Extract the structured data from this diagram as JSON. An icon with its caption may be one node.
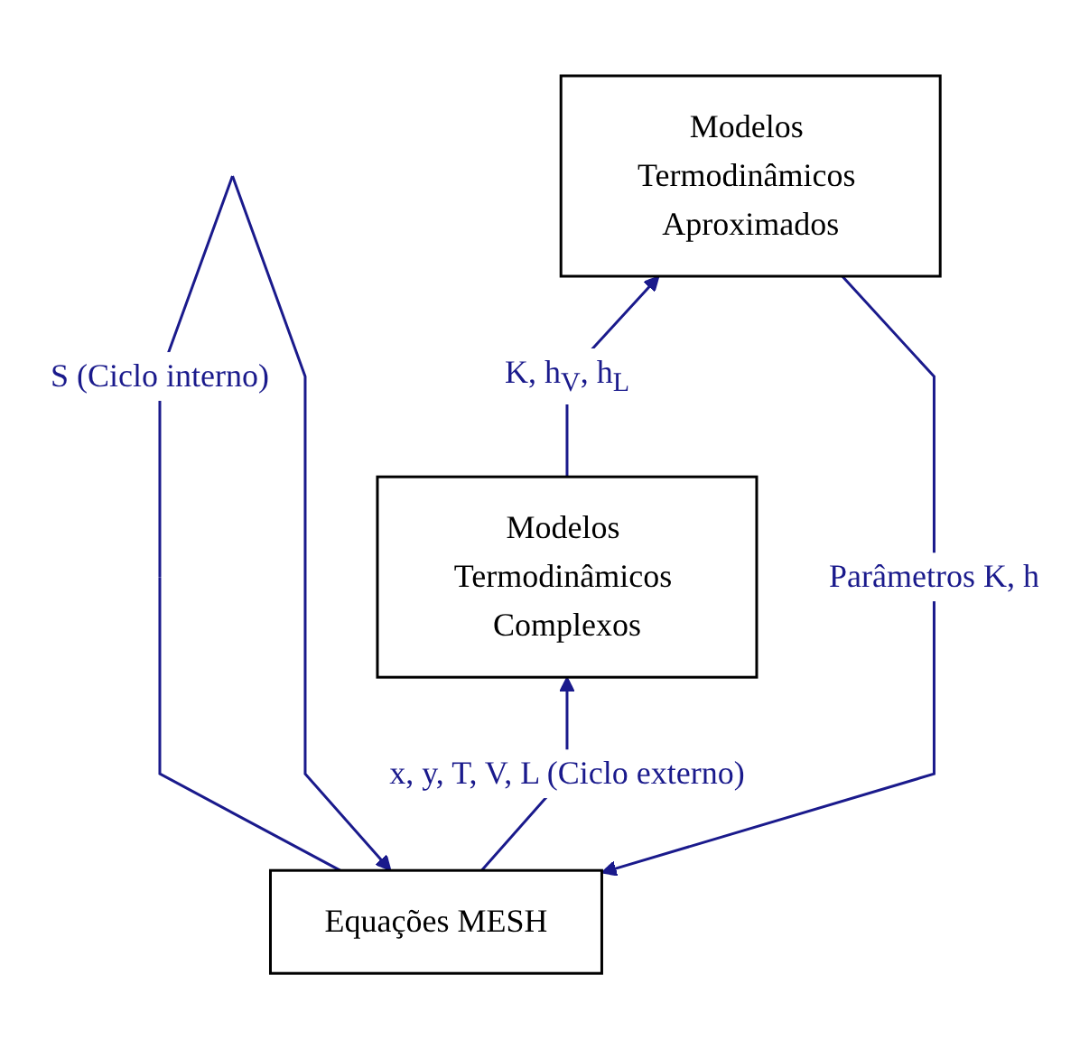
{
  "diagram": {
    "nodes": [
      {
        "text": [
          "Equações MESH"
        ]
      },
      {
        "text": [
          "Modelos Termodinâmicos Aproximados"
        ]
      },
      {
        "text": [
          "Modelos Termodinâmicos Complexos"
        ]
      }
    ],
    "edges": [
      {
        "from": 0,
        "to": 0,
        "arrow": "to",
        "label": "S (Ciclo interno)"
      },
      {
        "from": 1,
        "to": 0,
        "arrow": "to",
        "label": "Parâmetros K, h"
      },
      {
        "from": 2,
        "to": 1,
        "arrow": "to",
        "label": "K, h$_{V}$, h$_{L}$"
      },
      {
        "from": 0,
        "to": 2,
        "arrow": "to",
        "label": "x, y, T, V, L (Ciclo externo)"
      }
    ]
  }
}
